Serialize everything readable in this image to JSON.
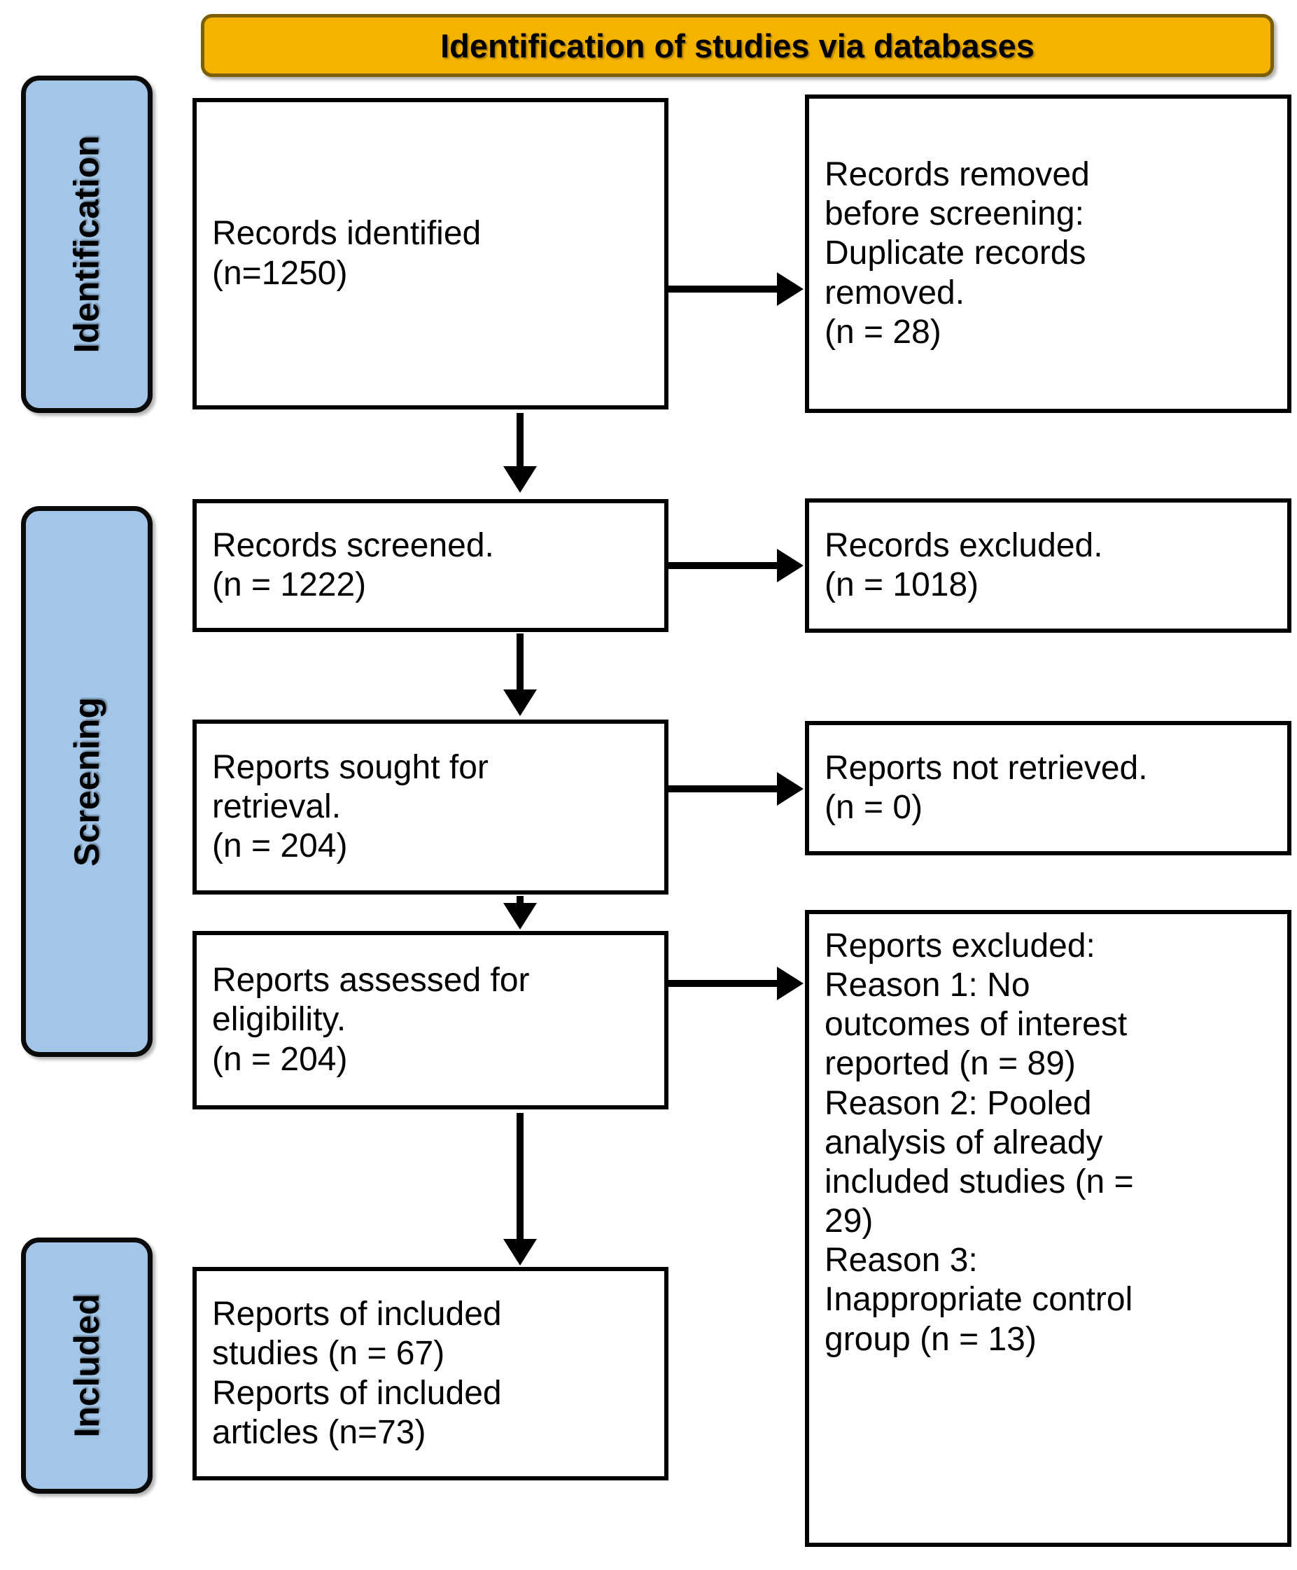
{
  "header": {
    "title": "Identification of studies via databases",
    "bg_color": "#F5B301",
    "border_color": "#7B5E06"
  },
  "stages": {
    "identification": "Identification",
    "screening": "Screening",
    "included": "Included",
    "bg_color": "#A3C6E8",
    "border_color": "#0A0A0A"
  },
  "boxes": {
    "identified": {
      "line1": "Records identified",
      "line2": "(n=1250)"
    },
    "removed": {
      "line1": "Records removed",
      "line2": "before screening",
      "line2_suffix": ":",
      "line3": "Duplicate records",
      "line4": "removed.",
      "line5": "(n = 28)"
    },
    "screened": {
      "line1": "Records screened.",
      "line2": "(n = 1222)"
    },
    "excluded": {
      "line1": "Records excluded.",
      "line2": "(n = 1018)"
    },
    "sought": {
      "line1": "Reports sought for",
      "line2": "retrieval.",
      "line3": "(n = 204)"
    },
    "not_retrieved": {
      "line1": "Reports not retrieved.",
      "line2": "(n = 0)"
    },
    "assessed": {
      "line1": "Reports assessed for",
      "line2": "eligibility.",
      "line3": "(n = 204)"
    },
    "reports_excluded": {
      "line1": "Reports excluded:",
      "line2": "Reason 1: No",
      "line3": "outcomes of interest",
      "line4": "reported (n = 89)",
      "line5": "Reason 2: Pooled",
      "line6": "analysis of already",
      "line7": "included studies (n =",
      "line8": "29)",
      "line9": "Reason 3:",
      "line10": "Inappropriate control",
      "line11": "group (n = 13)"
    },
    "included": {
      "line1": "Reports of included",
      "line2": "studies (n = 67)",
      "line3": "Reports of included",
      "line4": "articles (n=73)"
    }
  },
  "flow_data": {
    "type": "prisma-flow-diagram",
    "records_identified": 1250,
    "duplicates_removed": 28,
    "records_screened": 1222,
    "records_excluded": 1018,
    "reports_sought": 204,
    "reports_not_retrieved": 0,
    "reports_assessed": 204,
    "excluded_reason_1_no_outcomes": 89,
    "excluded_reason_2_pooled_analysis": 29,
    "excluded_reason_3_inappropriate_control": 13,
    "included_studies": 67,
    "included_articles": 73
  }
}
